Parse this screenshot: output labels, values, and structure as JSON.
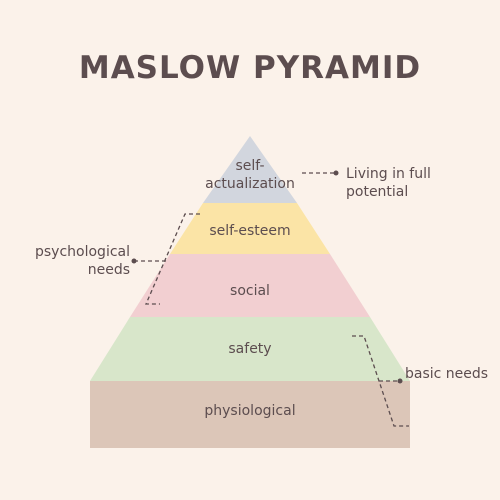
{
  "title": "MASLOW PYRAMID",
  "levels": [
    {
      "label_line1": "self-",
      "label_line2": "actualization",
      "color": "#d2d6de"
    },
    {
      "label": "self-esteem",
      "color": "#fbe4a6"
    },
    {
      "label": "social",
      "color": "#f2cfd1"
    },
    {
      "label": "safety",
      "color": "#d8e6ca"
    },
    {
      "label": "physiological",
      "color": "#dcc6b8"
    }
  ],
  "annotations": {
    "living_line1": "Living in full",
    "living_line2": "potential",
    "psych_line1": "psychological",
    "psych_line2": "needs",
    "basic": "basic needs"
  },
  "colors": {
    "text": "#5c4d4f",
    "line": "#5c4d4f",
    "background": "#fbf2ea"
  }
}
